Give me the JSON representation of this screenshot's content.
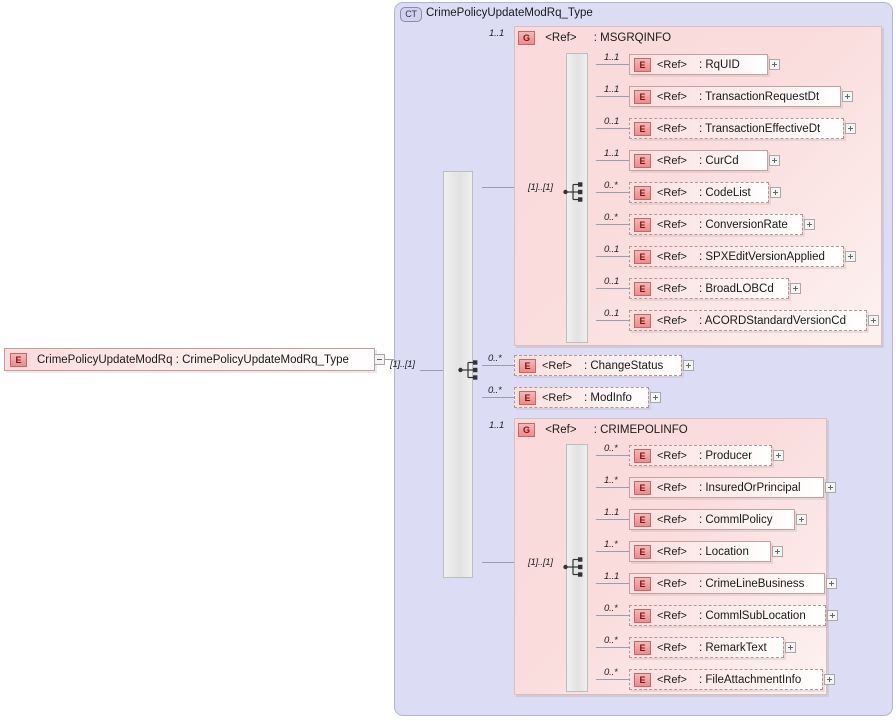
{
  "diagram": {
    "kind": "xsd-schema-tree",
    "root_element": {
      "badge": "E",
      "label": "CrimePolicyUpdateModRq : CrimePolicyUpdateModRq_Type",
      "toggle": "collapse-box"
    },
    "complex_type": {
      "badge": "CT",
      "title": "CrimePolicyUpdateModRq_Type",
      "sequence_label": "[1]..[1]"
    },
    "groups": [
      {
        "badge": "G",
        "ref": "<Ref>",
        "name": ": MSGRQINFO",
        "cardinality": "1..1",
        "sequence_label": "[1]..[1]",
        "children": [
          {
            "badge": "E",
            "ref": "<Ref>",
            "name": ": RqUID",
            "cardinality": "1..1",
            "optional": false
          },
          {
            "badge": "E",
            "ref": "<Ref>",
            "name": ": TransactionRequestDt",
            "cardinality": "1..1",
            "optional": false
          },
          {
            "badge": "E",
            "ref": "<Ref>",
            "name": ": TransactionEffectiveDt",
            "cardinality": "0..1",
            "optional": true
          },
          {
            "badge": "E",
            "ref": "<Ref>",
            "name": ": CurCd",
            "cardinality": "1..1",
            "optional": false
          },
          {
            "badge": "E",
            "ref": "<Ref>",
            "name": ": CodeList",
            "cardinality": "0..*",
            "optional": true
          },
          {
            "badge": "E",
            "ref": "<Ref>",
            "name": ": ConversionRate",
            "cardinality": "0..*",
            "optional": true
          },
          {
            "badge": "E",
            "ref": "<Ref>",
            "name": ": SPXEditVersionApplied",
            "cardinality": "0..1",
            "optional": true
          },
          {
            "badge": "E",
            "ref": "<Ref>",
            "name": ": BroadLOBCd",
            "cardinality": "0..1",
            "optional": true
          },
          {
            "badge": "E",
            "ref": "<Ref>",
            "name": ": ACORDStandardVersionCd",
            "cardinality": "0..1",
            "optional": true
          }
        ]
      },
      {
        "badge": "G",
        "ref": "<Ref>",
        "name": ": CRIMEPOLINFO",
        "cardinality": "1..1",
        "sequence_label": "[1]..[1]",
        "children": [
          {
            "badge": "E",
            "ref": "<Ref>",
            "name": ": Producer",
            "cardinality": "0..*",
            "optional": true
          },
          {
            "badge": "E",
            "ref": "<Ref>",
            "name": ": InsuredOrPrincipal",
            "cardinality": "1..*",
            "optional": false
          },
          {
            "badge": "E",
            "ref": "<Ref>",
            "name": ": CommlPolicy",
            "cardinality": "1..1",
            "optional": false
          },
          {
            "badge": "E",
            "ref": "<Ref>",
            "name": ": Location",
            "cardinality": "1..*",
            "optional": false
          },
          {
            "badge": "E",
            "ref": "<Ref>",
            "name": ": CrimeLineBusiness",
            "cardinality": "1..1",
            "optional": false
          },
          {
            "badge": "E",
            "ref": "<Ref>",
            "name": ": CommlSubLocation",
            "cardinality": "0..*",
            "optional": true
          },
          {
            "badge": "E",
            "ref": "<Ref>",
            "name": ": RemarkText",
            "cardinality": "0..*",
            "optional": true
          },
          {
            "badge": "E",
            "ref": "<Ref>",
            "name": ": FileAttachmentInfo",
            "cardinality": "0..*",
            "optional": true
          }
        ]
      }
    ],
    "top_level_elements": [
      {
        "badge": "E",
        "ref": "<Ref>",
        "name": ": ChangeStatus",
        "cardinality": "0..*",
        "optional": true
      },
      {
        "badge": "E",
        "ref": "<Ref>",
        "name": ": ModInfo",
        "cardinality": "0..*",
        "optional": true
      }
    ],
    "colors": {
      "container_fill": "#dcdcf4",
      "group_fill": "#fadada",
      "node_fill": "#fbdede",
      "badge_fill": "#f2a0a0",
      "line": "#9c9cb0"
    }
  }
}
